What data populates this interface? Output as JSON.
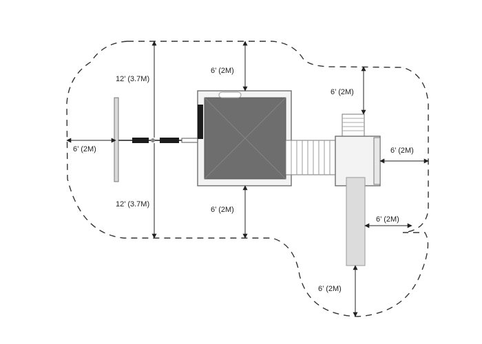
{
  "colors": {
    "boundary": "#333333",
    "roof": "#6e6e6e",
    "structure_fill": "#f3f3f3",
    "structure_stroke": "#777777",
    "slide": "#dcdcdc",
    "arrow": "#222222"
  },
  "labels": {
    "swing_left": "6’ (2M)",
    "swing_top": "12’ (3.7M)",
    "swing_bottom": "12’ (3.7M)",
    "fort_top": "6’ (2M)",
    "fort_bottom": "6’ (2M)",
    "ladder_top": "6’ (2M)",
    "tower_right": "6’ (2M)",
    "slide_right": "6’ (2M)",
    "slide_bottom": "6’ (2M)"
  }
}
